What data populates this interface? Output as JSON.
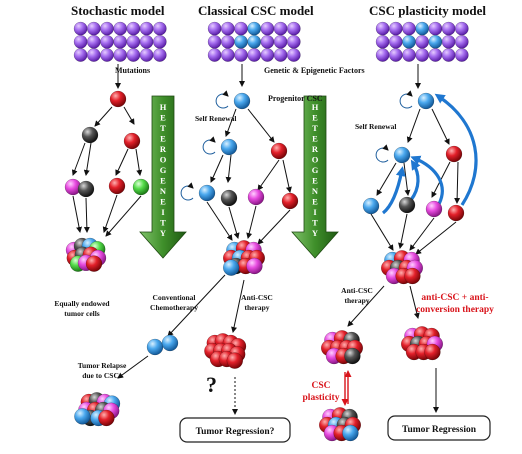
{
  "titles": {
    "stochastic": "Stochastic model",
    "classical": "Classical CSC model",
    "plasticity": "CSC plasticity model"
  },
  "labels": {
    "mutations": "Mutations",
    "genetic_epigenetic": "Genetic & Epigenetic Factors",
    "progenitor_csc": "Progenitor CSC",
    "self_renewal_1": "Self Renewal",
    "self_renewal_2": "Self Renewal",
    "heterogeneity_1": "HETEROGENEITY",
    "heterogeneity_2": "HETEROGENEITY",
    "equally_line1": "Equally endowed",
    "equally_line2": "tumor cells",
    "conv_line1": "Conventional",
    "conv_line2": "Chemotherapy",
    "anti_csc_line1": "Anti-CSC",
    "anti_csc_line2": "therapy",
    "anti_csc2_line1": "Anti-CSC",
    "anti_csc2_line2": "therapy",
    "anti_conv_line1": "anti-CSC + anti-",
    "anti_conv_line2": "conversion therapy",
    "relapse_line1": "Tumor Relapse",
    "relapse_line2": "due to CSCs",
    "question_mark": "?",
    "csc_line1": "CSC",
    "csc_line2": "plasticity",
    "regression_q": "Tumor Regression?",
    "regression": "Tumor Regression"
  },
  "colors": {
    "purple": "#9b5de5",
    "red": "#d9141b",
    "blue": "#3a9fe8",
    "black": "#333333",
    "magenta": "#e04ad8",
    "green": "#4bd44b",
    "arrow_green": "#2f6e1f",
    "plasticity_arrow": "#1f77d0"
  }
}
